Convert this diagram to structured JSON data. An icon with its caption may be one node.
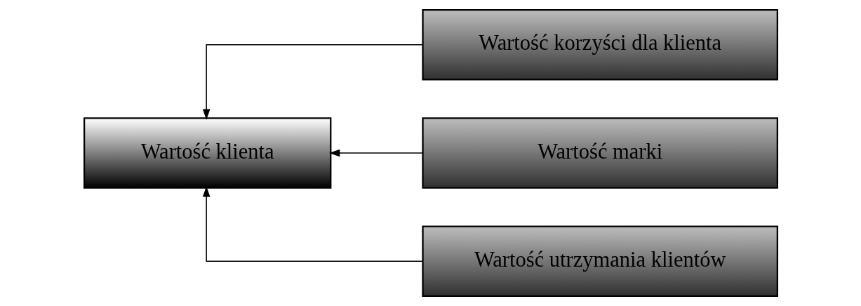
{
  "diagram": {
    "nodes": [
      {
        "text": [
          "Wartość klienta"
        ]
      },
      {
        "text": [
          "Wartość korzyści dla klienta"
        ]
      },
      {
        "text": [
          "Wartość marki"
        ]
      },
      {
        "text": [
          "Wartość utrzymania klientów"
        ]
      }
    ],
    "edges": [
      {
        "from": 1,
        "to": 0,
        "arrow": "to"
      },
      {
        "from": 2,
        "to": 0,
        "arrow": "to"
      },
      {
        "from": 3,
        "to": 0,
        "arrow": "to"
      }
    ]
  }
}
